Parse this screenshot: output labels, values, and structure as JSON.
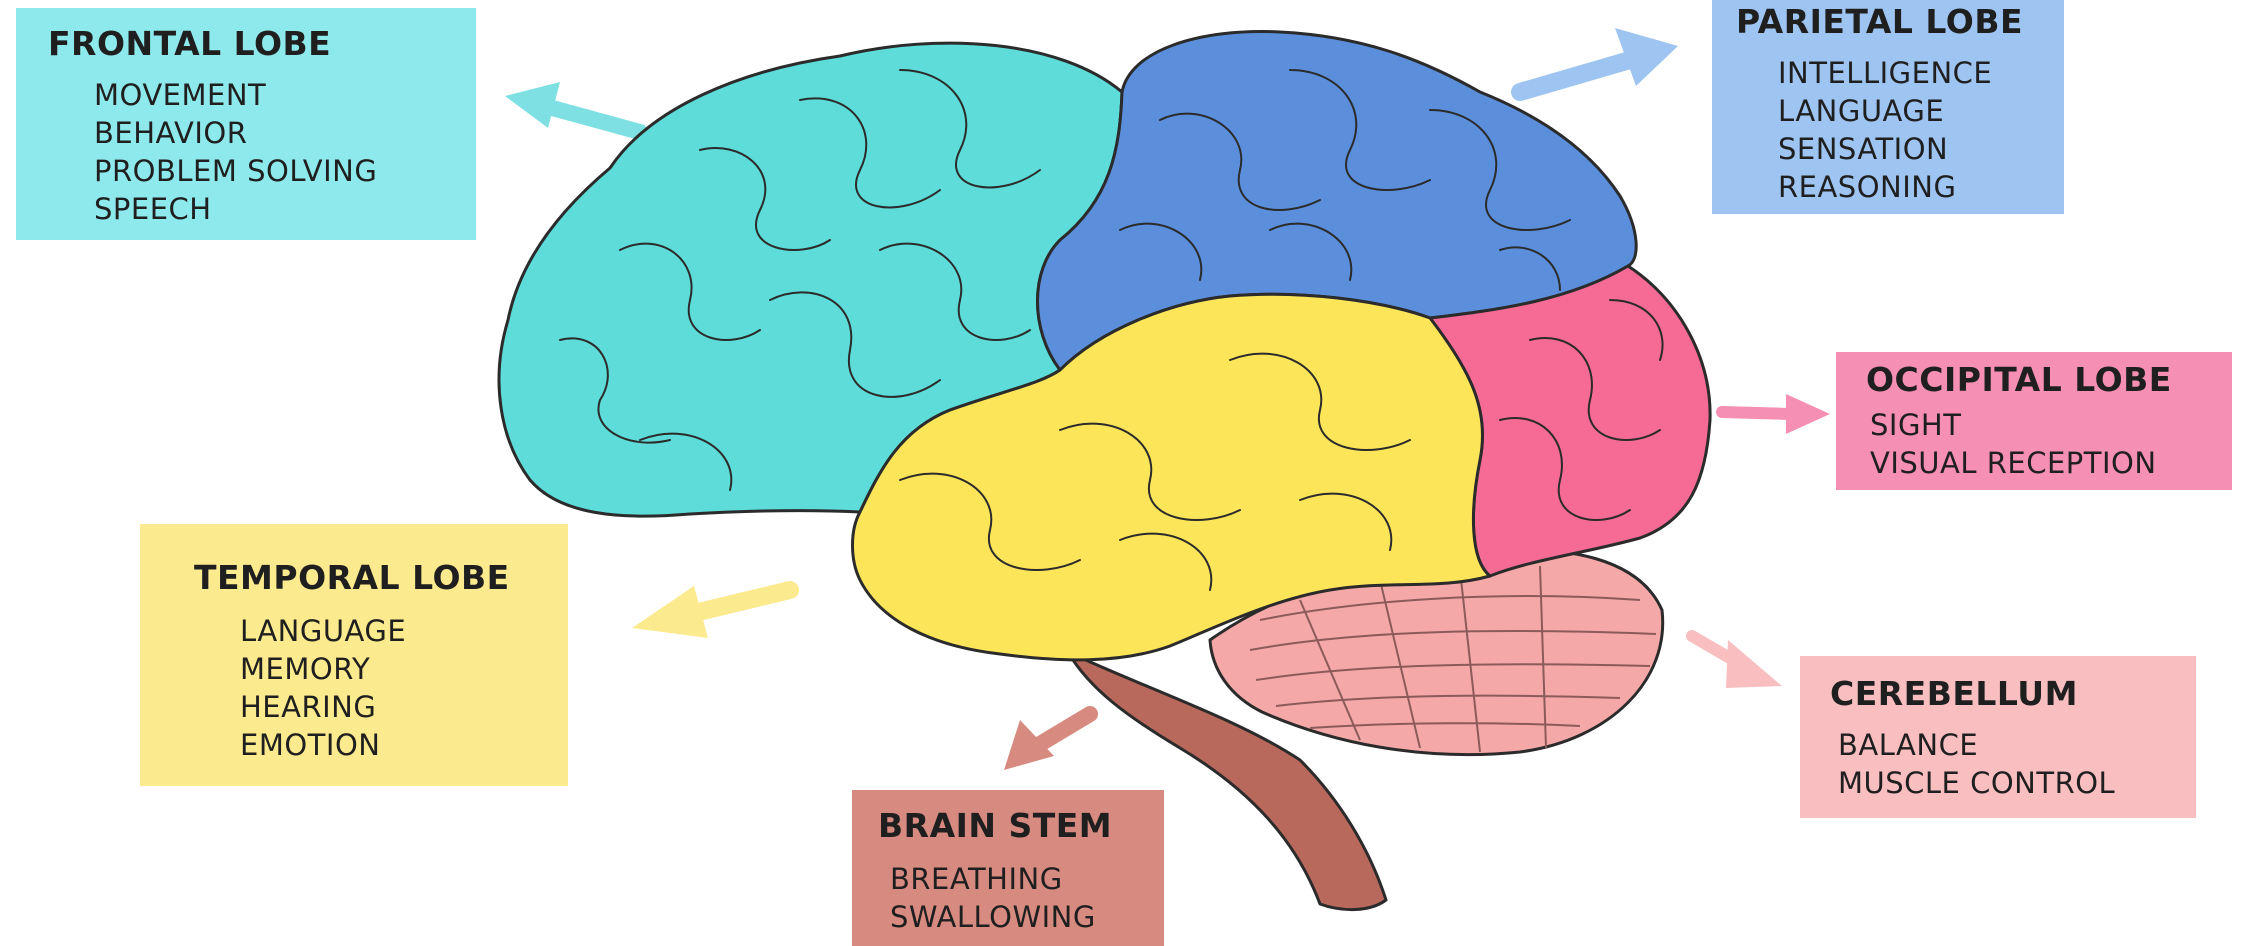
{
  "lobes": {
    "frontal": {
      "title": "FRONTAL LOBE",
      "functions": [
        "MOVEMENT",
        "BEHAVIOR",
        "PROBLEM SOLVING",
        "SPEECH"
      ],
      "box_color": "#8de9ec",
      "region_color": "#5ddcd9"
    },
    "parietal": {
      "title": "PARIETAL LOBE",
      "functions": [
        "INTELLIGENCE",
        "LANGUAGE",
        "SENSATION",
        "REASONING"
      ],
      "box_color": "#9ec4f2",
      "region_color": "#5b8fdc"
    },
    "occipital": {
      "title": "OCCIPITAL LOBE",
      "functions": [
        "SIGHT",
        "VISUAL RECEPTION"
      ],
      "box_color": "#f58fb3",
      "region_color": "#f56b96"
    },
    "temporal": {
      "title": "TEMPORAL LOBE",
      "functions": [
        "LANGUAGE",
        "MEMORY",
        "HEARING",
        "EMOTION"
      ],
      "box_color": "#fcea8e",
      "region_color": "#fde55a"
    },
    "cerebellum": {
      "title": "CEREBELLUM",
      "functions": [
        "BALANCE",
        "MUSCLE CONTROL"
      ],
      "box_color": "#f9bfc0",
      "region_color": "#f5a8a8"
    },
    "brain_stem": {
      "title": "BRAIN STEM",
      "functions": [
        "BREATHING",
        "SWALLOWING"
      ],
      "box_color": "#d78b80",
      "region_color": "#b9685c"
    }
  },
  "outline_color": "#2b2b2b"
}
